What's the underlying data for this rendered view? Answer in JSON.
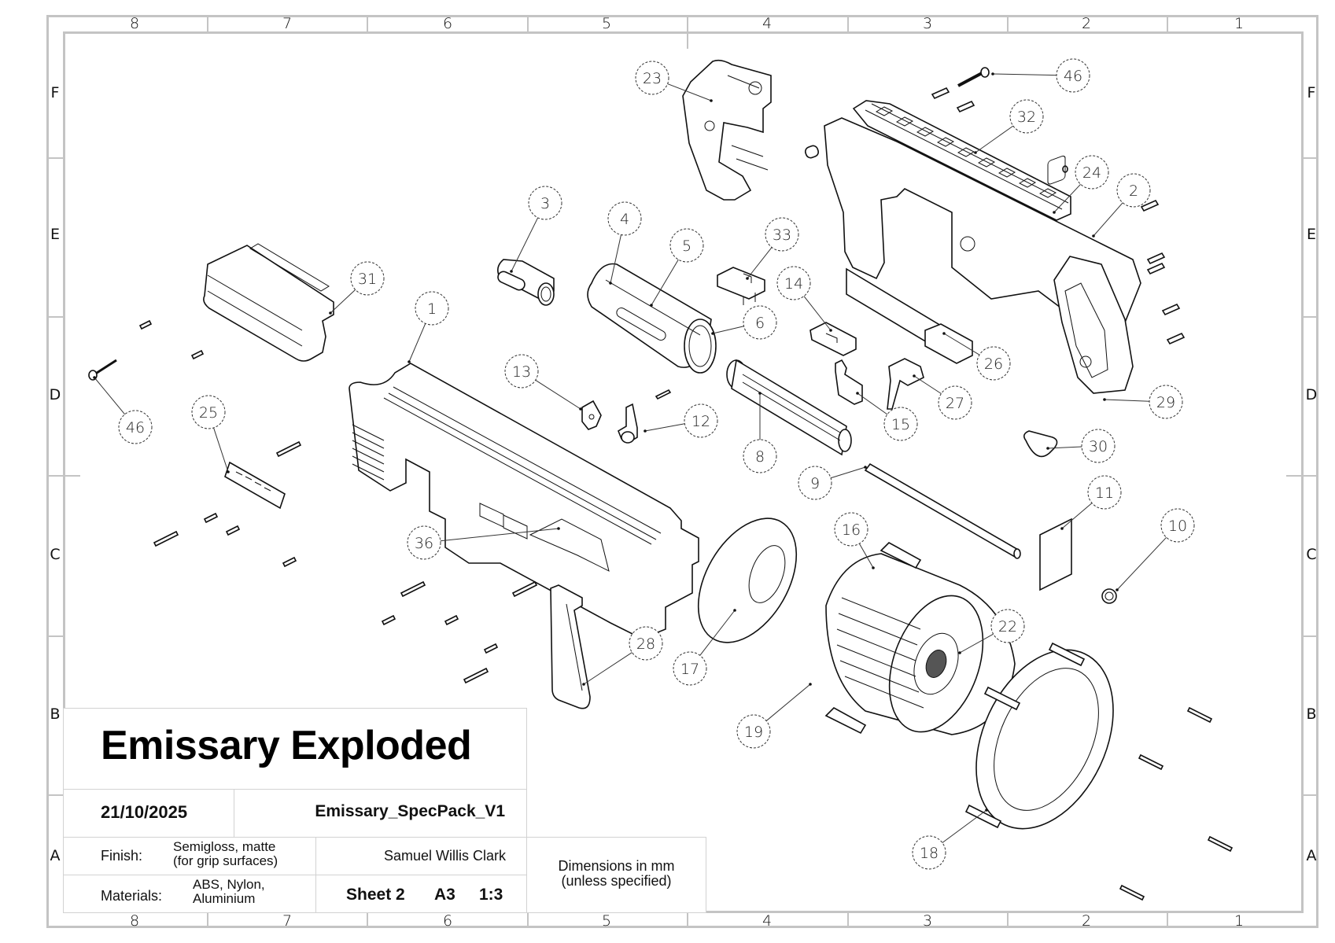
{
  "sheet": {
    "zone_columns_top": [
      "8",
      "7",
      "6",
      "5",
      "4",
      "3",
      "2",
      "1"
    ],
    "zone_columns_bottom": [
      "8",
      "7",
      "6",
      "5",
      "4",
      "3",
      "2",
      "1"
    ],
    "zone_rows_left": [
      "F",
      "E",
      "D",
      "C",
      "B",
      "A"
    ],
    "zone_rows_right": [
      "F",
      "E",
      "D",
      "C",
      "B",
      "A"
    ],
    "border_color": "#c4c4c4",
    "line_color": "#111111"
  },
  "balloons": [
    {
      "label": "23",
      "part": "front-sight-mount"
    },
    {
      "label": "46",
      "part": "long-screw-upper"
    },
    {
      "label": "32",
      "part": "top-rail"
    },
    {
      "label": "24",
      "part": "rail-end-cap"
    },
    {
      "label": "2",
      "part": "upper-receiver"
    },
    {
      "label": "3",
      "part": "barrel-coupler"
    },
    {
      "label": "4",
      "part": "plunger-tube-end"
    },
    {
      "label": "5",
      "part": "plunger-tube"
    },
    {
      "label": "33",
      "part": "catch-clip"
    },
    {
      "label": "31",
      "part": "rail-handguard"
    },
    {
      "label": "1",
      "part": "lower-shell"
    },
    {
      "label": "14",
      "part": "latch-block"
    },
    {
      "label": "6",
      "part": "tube-end-ring"
    },
    {
      "label": "26",
      "part": "slide-bar"
    },
    {
      "label": "13",
      "part": "catch-lever"
    },
    {
      "label": "12",
      "part": "cam-lever"
    },
    {
      "label": "8",
      "part": "plunger-rod"
    },
    {
      "label": "15",
      "part": "sear-plate"
    },
    {
      "label": "27",
      "part": "trigger"
    },
    {
      "label": "29",
      "part": "pistol-grip-frame"
    },
    {
      "label": "46",
      "part": "long-screw-left"
    },
    {
      "label": "25",
      "part": "vent-plate"
    },
    {
      "label": "30",
      "part": "grip-cap"
    },
    {
      "label": "9",
      "part": "guide-rod"
    },
    {
      "label": "11",
      "part": "mag-bracket"
    },
    {
      "label": "10",
      "part": "knob"
    },
    {
      "label": "36",
      "part": "side-panel"
    },
    {
      "label": "16",
      "part": "drum-housing"
    },
    {
      "label": "17",
      "part": "drum-cover-plate"
    },
    {
      "label": "22",
      "part": "drum-impeller"
    },
    {
      "label": "28",
      "part": "grip-panel"
    },
    {
      "label": "19",
      "part": "drum-frame"
    },
    {
      "label": "18",
      "part": "drum-ring-mount"
    }
  ],
  "title_block": {
    "title": "Emissary Exploded",
    "date": "21/10/2025",
    "file_name": "Emissary_SpecPack_V1",
    "finish_label": "Finish:",
    "finish_value_line1": "Semigloss, matte",
    "finish_value_line2": "(for grip surfaces)",
    "author": "Samuel Willis Clark",
    "materials_label": "Materials:",
    "materials_value_line1": "ABS, Nylon,",
    "materials_value_line2": "Aluminium",
    "sheet": "Sheet 2",
    "paper_size": "A3",
    "scale": "1:3",
    "dimensions_note_line1": "Dimensions in mm",
    "dimensions_note_line2": "(unless specified)"
  }
}
